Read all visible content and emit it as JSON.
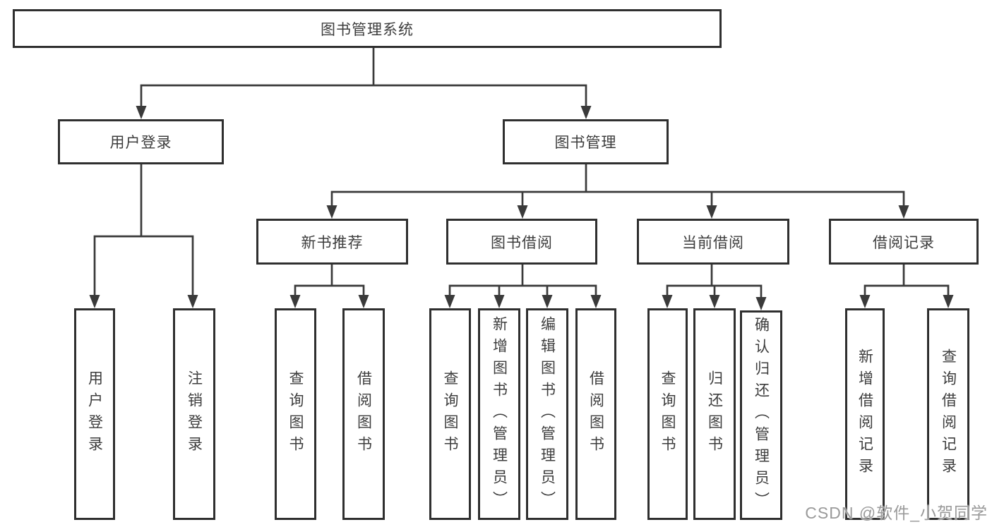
{
  "colors": {
    "line": "#3a3a3a",
    "border": "#2f2f2f",
    "text": "#3d3d3d",
    "watermark": "#9a9a9a",
    "background": "#ffffff"
  },
  "watermark": {
    "text": "CSDN @软件_小贺同学"
  },
  "tree": {
    "root": {
      "label": "图书管理系统"
    },
    "user_login": {
      "label": "用户登录",
      "children": {
        "login": {
          "label": "用户登录"
        },
        "logout": {
          "label": "注销登录"
        }
      }
    },
    "book_mgmt": {
      "label": "图书管理",
      "children": {
        "new_book": {
          "label": "新书推荐",
          "children": {
            "query": {
              "label": "查询图书"
            },
            "borrow": {
              "label": "借阅图书"
            }
          }
        },
        "book_borrow": {
          "label": "图书借阅",
          "children": {
            "query": {
              "label": "查询图书"
            },
            "add": {
              "label": "新增图书（管理员）"
            },
            "edit": {
              "label": "编辑图书（管理员）"
            },
            "borrow": {
              "label": "借阅图书"
            }
          }
        },
        "current_borrow": {
          "label": "当前借阅",
          "children": {
            "query": {
              "label": "查询图书"
            },
            "return": {
              "label": "归还图书"
            },
            "confirm_return": {
              "label": "确认归还（管理员）"
            }
          }
        },
        "borrow_record": {
          "label": "借阅记录",
          "children": {
            "add": {
              "label": "新增借阅记录"
            },
            "query": {
              "label": "查询借阅记录"
            }
          }
        }
      }
    }
  }
}
